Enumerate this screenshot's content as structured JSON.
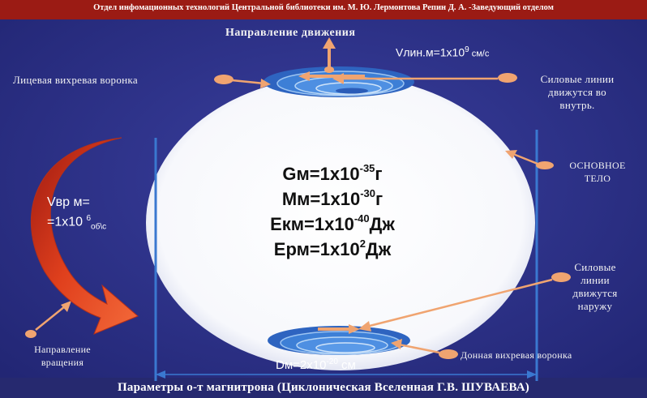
{
  "header": {
    "text": "Отдел инфомационных технологий Центральной библиотеки им. М. Ю. Лермонтова     Репин Д. А. -Заведующий отделом"
  },
  "footer": {
    "text": "Параметры  о-т  магнитрона  (Циклоническая Вселенная Г.В. ШУВАЕВА)"
  },
  "labels": {
    "direction_of_motion": "Направление движения",
    "linear_velocity": {
      "base": "Vлин.м=1x10",
      "exp": "9",
      "unit": " см/с"
    },
    "front_vortex_funnel": "Лицевая вихревая воронка",
    "force_lines_inward": [
      "Силовые линии",
      "движутся во",
      "внутрь."
    ],
    "main_body": [
      "ОСНОВНОЕ",
      "ТЕЛО"
    ],
    "rotation_velocity": {
      "line1": "Vвр м=",
      "base": "=1x10 ",
      "exp": "6",
      "sub": "об\\с"
    },
    "force_lines_outward": [
      "Силовые",
      "линии",
      "движутся",
      "наружу"
    ],
    "direction_of_rotation": [
      "Направление",
      "вращения"
    ],
    "bottom_vortex_funnel": "Донная вихревая воронка",
    "diameter": {
      "base": "Dм=2x10",
      "exp": "-20",
      "unit": " см"
    }
  },
  "formulas": [
    {
      "base": "Gм=1x10",
      "exp": "-35",
      "unit": "г"
    },
    {
      "base": "Mм=1x10",
      "exp": "-30",
      "unit": "г"
    },
    {
      "base": "Екм=1x10",
      "exp": "-40",
      "unit": "Дж"
    },
    {
      "base": "Ерм=1x10",
      "exp": "2",
      "unit": "Дж"
    }
  ],
  "colors": {
    "background": "#2a2f86",
    "header_band": "#9b1b14",
    "sphere": "#ffffff",
    "funnel_blue": "#3d7fd6",
    "arrow_orange": "#f0a470",
    "rotation_arrow": "#e2431c",
    "vertical_line": "#3a78d0"
  }
}
